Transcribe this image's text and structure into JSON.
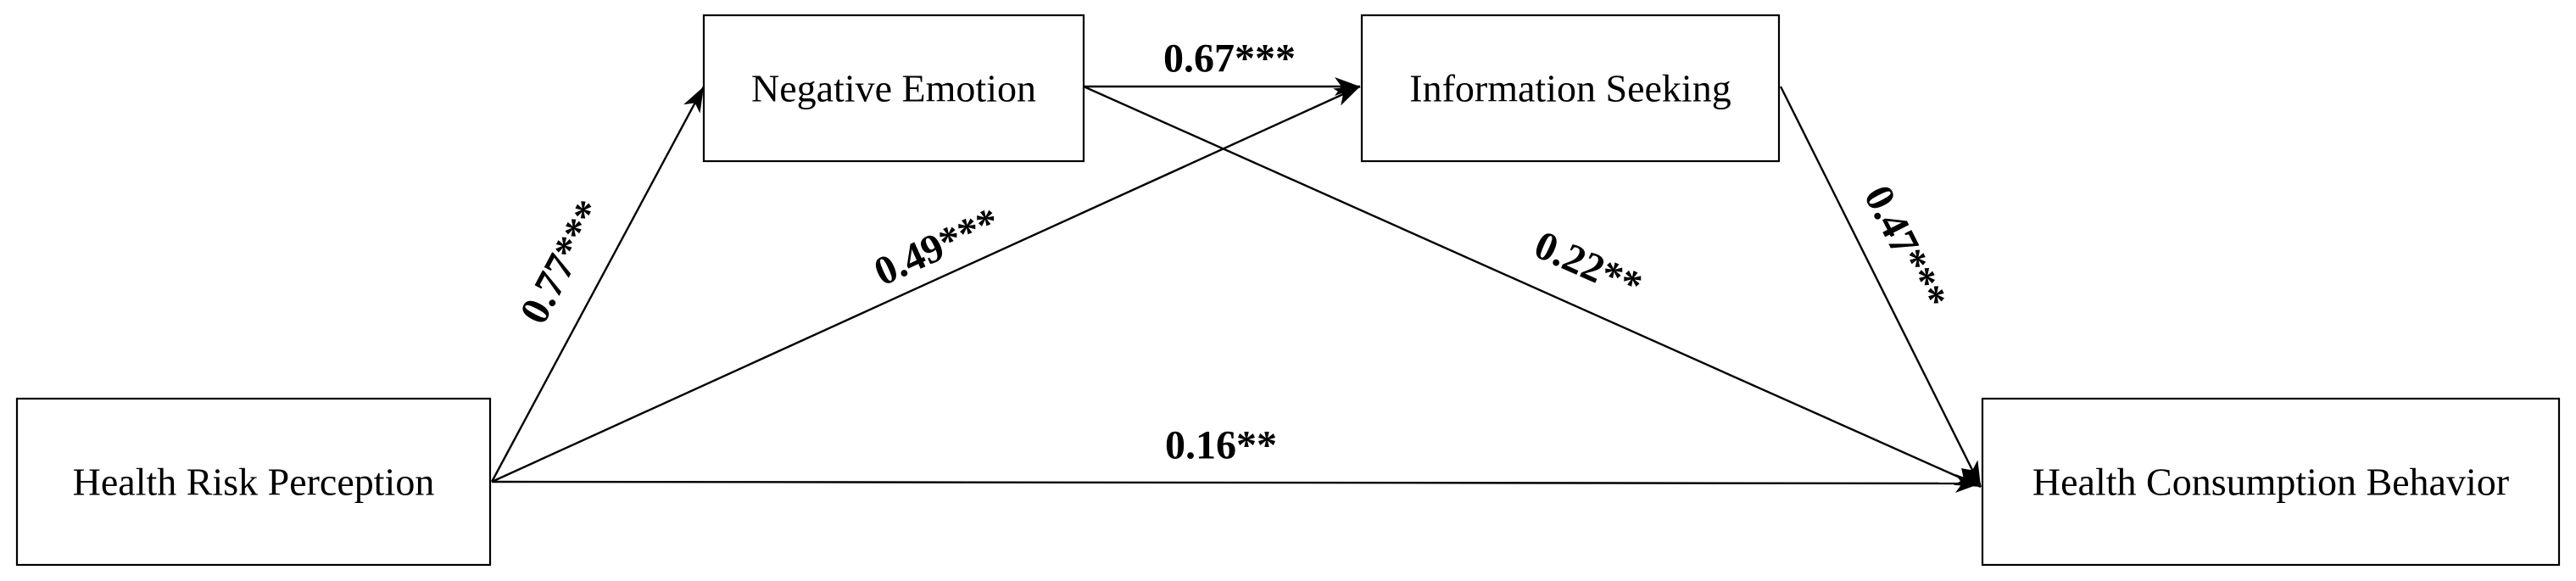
{
  "nodes": {
    "health_risk_perception": "Health Risk Perception",
    "negative_emotion": "Negative Emotion",
    "information_seeking": "Information Seeking",
    "health_consumption_behavior": "Health Consumption Behavior"
  },
  "paths": {
    "hrp_to_ne": "0.77***",
    "ne_to_is": "0.67***",
    "hrp_to_is": "0.49***",
    "ne_to_hcb": "0.22**",
    "is_to_hcb": "0.47***",
    "hrp_to_hcb": "0.16**"
  }
}
